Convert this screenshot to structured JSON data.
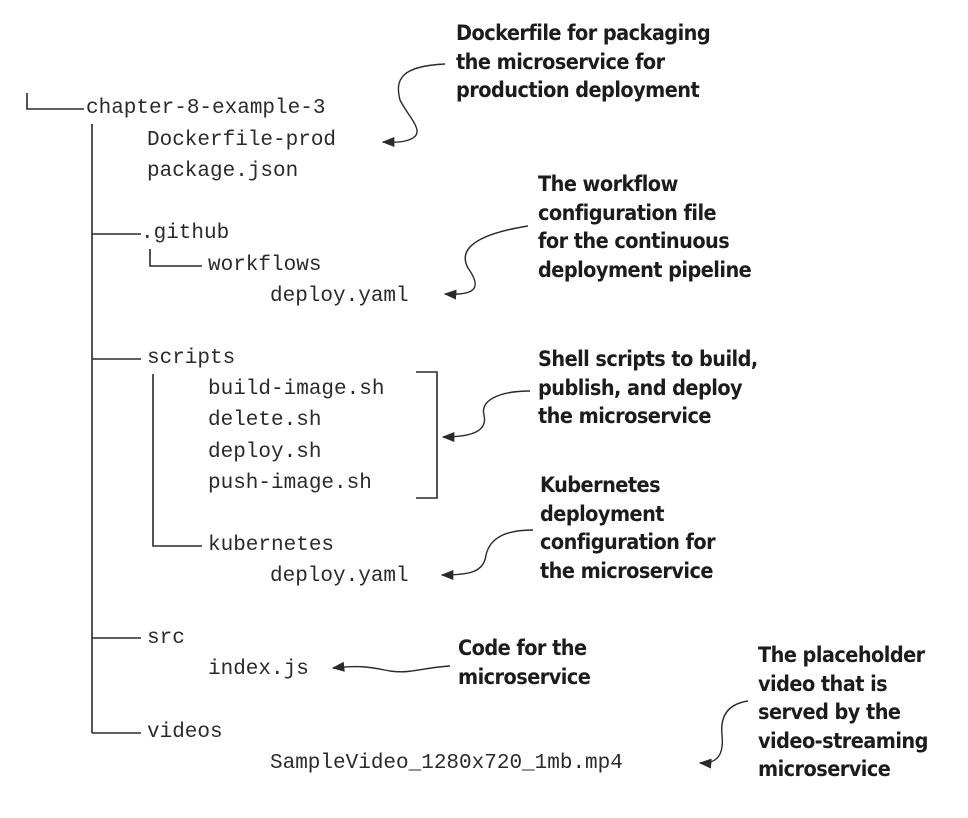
{
  "tree": {
    "root": "chapter-8-example-3",
    "items": {
      "dockerfile_prod": "Dockerfile-prod",
      "package_json": "package.json",
      "github": ".github",
      "workflows": "workflows",
      "workflows_deploy_yaml": "deploy.yaml",
      "scripts": "scripts",
      "build_image_sh": "build-image.sh",
      "delete_sh": "delete.sh",
      "deploy_sh": "deploy.sh",
      "push_image_sh": "push-image.sh",
      "kubernetes": "kubernetes",
      "kubernetes_deploy_yaml": "deploy.yaml",
      "src": "src",
      "index_js": "index.js",
      "videos": "videos",
      "sample_video": "SampleVideo_1280x720_1mb.mp4"
    }
  },
  "annotations": {
    "dockerfile": "Dockerfile for packaging\nthe microservice for\nproduction deployment",
    "workflow": "The workflow\nconfiguration file\nfor the continuous\ndeployment pipeline",
    "shell_scripts": "Shell scripts to build,\npublish, and deploy\nthe microservice",
    "kubernetes": "Kubernetes\ndeployment\nconfiguration for\nthe microservice",
    "code": "Code for the\nmicroservice",
    "video": "The placeholder\nvideo that is\nserved by the\nvideo-streaming\nmicroservice"
  },
  "colors": {
    "text": "#2a2a2a",
    "line": "#2a2a2a",
    "background": "#ffffff"
  }
}
